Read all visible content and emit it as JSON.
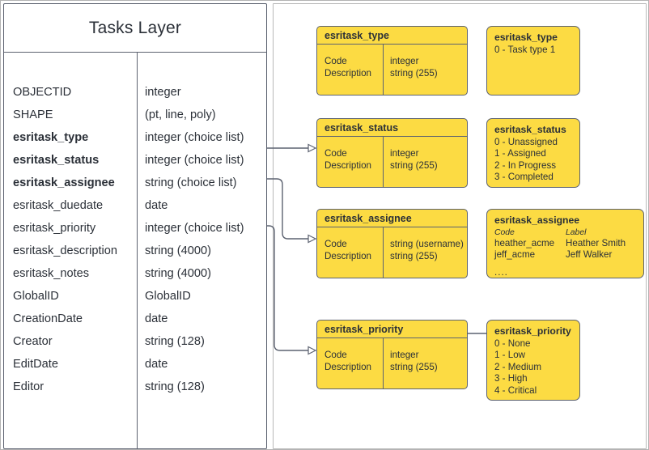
{
  "layer": {
    "title": "Tasks Layer",
    "fields": [
      {
        "name": "OBJECTID",
        "type": "integer",
        "bold": false
      },
      {
        "name": "SHAPE",
        "type": "(pt, line, poly)",
        "bold": false
      },
      {
        "name": "esritask_type",
        "type": "integer (choice list)",
        "bold": true
      },
      {
        "name": "esritask_status",
        "type": "integer (choice list)",
        "bold": true
      },
      {
        "name": "esritask_assignee",
        "type": "string (choice list)",
        "bold": true
      },
      {
        "name": "esritask_duedate",
        "type": "date",
        "bold": false
      },
      {
        "name": "esritask_priority",
        "type": "integer (choice list)",
        "bold": false
      },
      {
        "name": "esritask_description",
        "type": "string (4000)",
        "bold": false
      },
      {
        "name": "esritask_notes",
        "type": "string (4000)",
        "bold": false
      },
      {
        "name": "GlobalID",
        "type": "GlobalID",
        "bold": false
      },
      {
        "name": "CreationDate",
        "type": "date",
        "bold": false
      },
      {
        "name": "Creator",
        "type": "string (128)",
        "bold": false
      },
      {
        "name": "EditDate",
        "type": "date",
        "bold": false
      },
      {
        "name": "Editor",
        "type": "string (128)",
        "bold": false
      }
    ]
  },
  "tables": [
    {
      "title": "esritask_type",
      "left_rows": [
        "Code",
        "Description"
      ],
      "right_rows": [
        "integer",
        "string (255)"
      ]
    },
    {
      "title": "esritask_status",
      "left_rows": [
        "Code",
        "Description"
      ],
      "right_rows": [
        "integer",
        "string (255)"
      ]
    },
    {
      "title": "esritask_assignee",
      "left_rows": [
        "Code",
        "Description"
      ],
      "right_rows": [
        "string  (username)",
        "string (255)"
      ]
    },
    {
      "title": "esritask_priority",
      "left_rows": [
        "Code",
        "Description"
      ],
      "right_rows": [
        "integer",
        "string (255)"
      ]
    }
  ],
  "value_lists": {
    "type": {
      "title": "esritask_type",
      "values": [
        "0 - Task type 1"
      ]
    },
    "status": {
      "title": "esritask_status",
      "values": [
        "0 - Unassigned",
        "1 - Assigned",
        "2 - In Progress",
        "3 - Completed"
      ]
    },
    "assignee": {
      "title": "esritask_assignee",
      "header_code": "Code",
      "header_label": "Label",
      "rows": [
        {
          "code": "heather_acme",
          "label": "Heather Smith"
        },
        {
          "code": "jeff_acme",
          "label": "Jeff Walker"
        }
      ],
      "ellipsis": "...."
    },
    "priority": {
      "title": "esritask_priority",
      "values": [
        "0 - None",
        "1 - Low",
        "2 - Medium",
        "3 - High",
        "4 - Critical"
      ]
    }
  },
  "colors": {
    "yellow_fill": "#fcdb43",
    "stroke": "#5c6270",
    "canvas_border": "#b3b3b3",
    "text": "#2b3038"
  }
}
